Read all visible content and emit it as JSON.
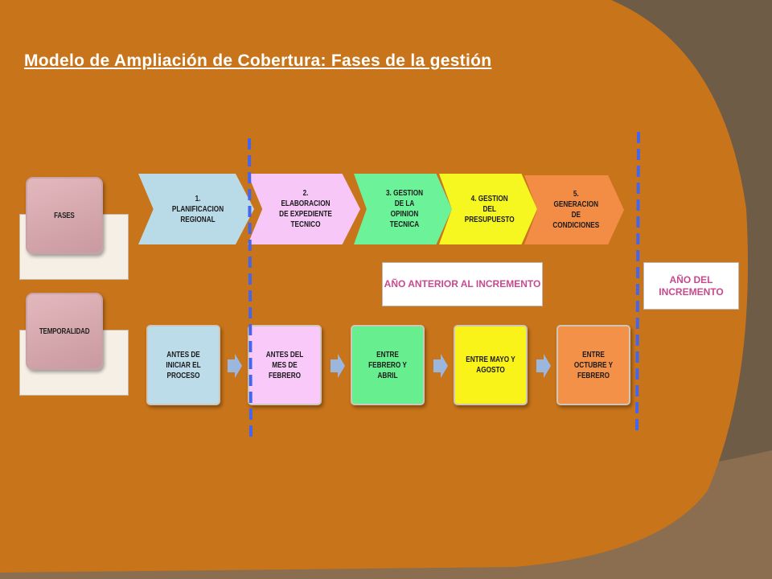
{
  "slide": {
    "title": "Modelo de Ampliación de Cobertura: Fases de la gestión"
  },
  "rows": {
    "fases_label": "FASES",
    "temporalidad_label": "TEMPORALIDAD"
  },
  "phases": [
    {
      "label": "1. PLANIFICACION REGIONAL",
      "color": "#b9dbe7"
    },
    {
      "label": "2. ELABORACION DE EXPEDIENTE TECNICO",
      "color": "#f6c7f7"
    },
    {
      "label": "3. GESTION DE LA OPINION TECNICA",
      "color": "#6cf299"
    },
    {
      "label": "4. GESTION DEL PRESUPUESTO",
      "color": "#f6f620"
    },
    {
      "label": "5. GENERACION DE CONDICIONES",
      "color": "#f38d45"
    }
  ],
  "periods": [
    {
      "label": "ANTES DE INICIAR EL PROCESO",
      "color": "#bcdcea"
    },
    {
      "label": "ANTES DEL MES DE FEBRERO",
      "color": "#f8c9f9"
    },
    {
      "label": "ENTRE FEBRERO Y ABRIL",
      "color": "#66ee8f"
    },
    {
      "label": "ENTRE MAYO Y AGOSTO",
      "color": "#f9f31a"
    },
    {
      "label": "ENTRE OCTUBRE Y FEBRERO",
      "color": "#f39148"
    }
  ],
  "notes": {
    "prior_year": "AÑO ANTERIOR AL INCREMENTO",
    "increment_year": "AÑO DEL INCREMENTO"
  },
  "colors": {
    "slide_orange": "#c8741a",
    "divider_blue": "#4466ee",
    "connector_blue": "#9cb7df",
    "note_text": "#c74a8e"
  }
}
